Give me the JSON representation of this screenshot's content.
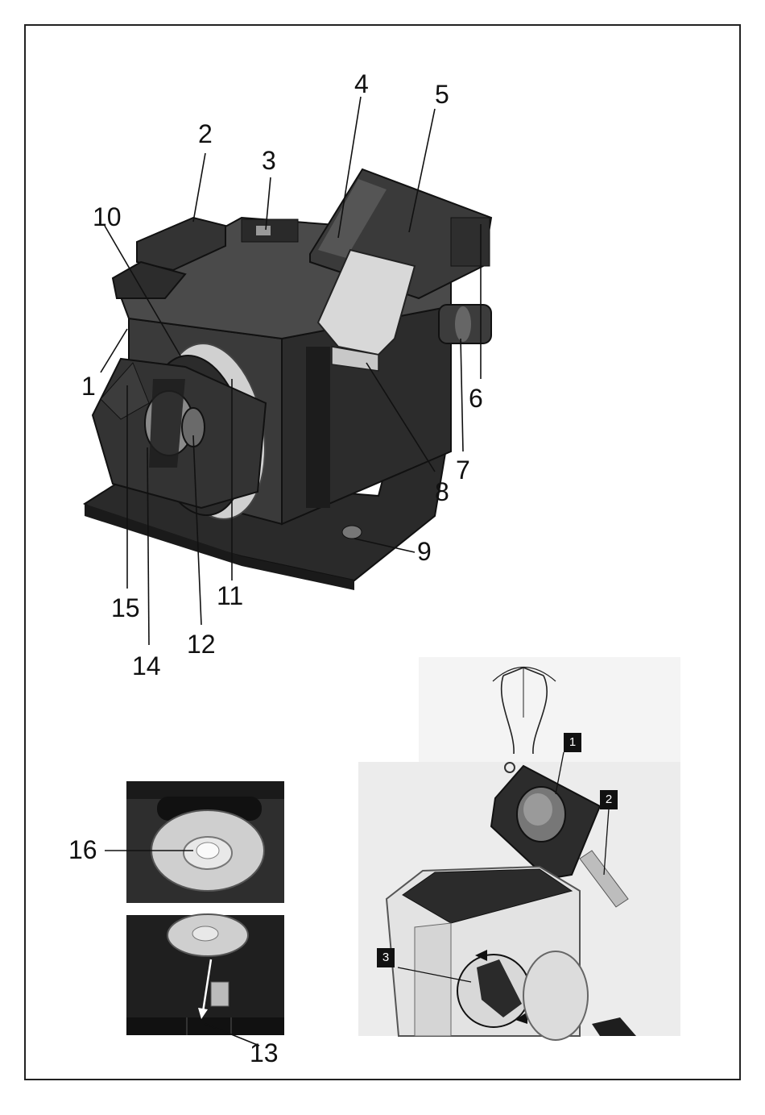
{
  "main_figure": {
    "callouts": [
      {
        "id": "c1",
        "label": "1"
      },
      {
        "id": "c2",
        "label": "2"
      },
      {
        "id": "c3",
        "label": "3"
      },
      {
        "id": "c4",
        "label": "4"
      },
      {
        "id": "c5",
        "label": "5"
      },
      {
        "id": "c6",
        "label": "6"
      },
      {
        "id": "c7",
        "label": "7"
      },
      {
        "id": "c8",
        "label": "8"
      },
      {
        "id": "c9",
        "label": "9"
      },
      {
        "id": "c10",
        "label": "10"
      },
      {
        "id": "c11",
        "label": "11"
      },
      {
        "id": "c12",
        "label": "12"
      },
      {
        "id": "c14",
        "label": "14"
      },
      {
        "id": "c15",
        "label": "15"
      }
    ]
  },
  "detail_top": {
    "callout": "16"
  },
  "detail_bottom": {
    "callout": "13"
  },
  "drill_figure": {
    "badges": [
      "1",
      "2",
      "3"
    ]
  }
}
